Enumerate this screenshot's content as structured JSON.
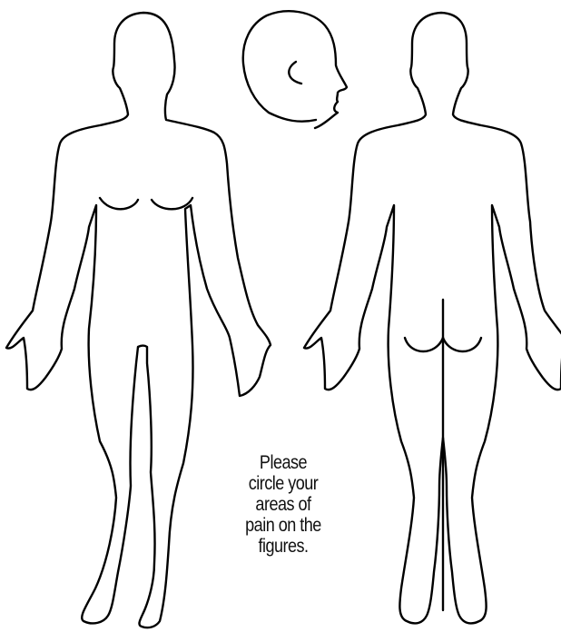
{
  "instruction": {
    "lines": [
      "Please",
      "circle your",
      "areas of",
      "pain on the",
      "figures."
    ]
  },
  "figures": {
    "front": "front-body-figure",
    "head": "head-profile-figure",
    "back": "back-body-figure"
  },
  "colors": {
    "stroke": "#000000",
    "background": "#ffffff",
    "text": "#111111"
  }
}
